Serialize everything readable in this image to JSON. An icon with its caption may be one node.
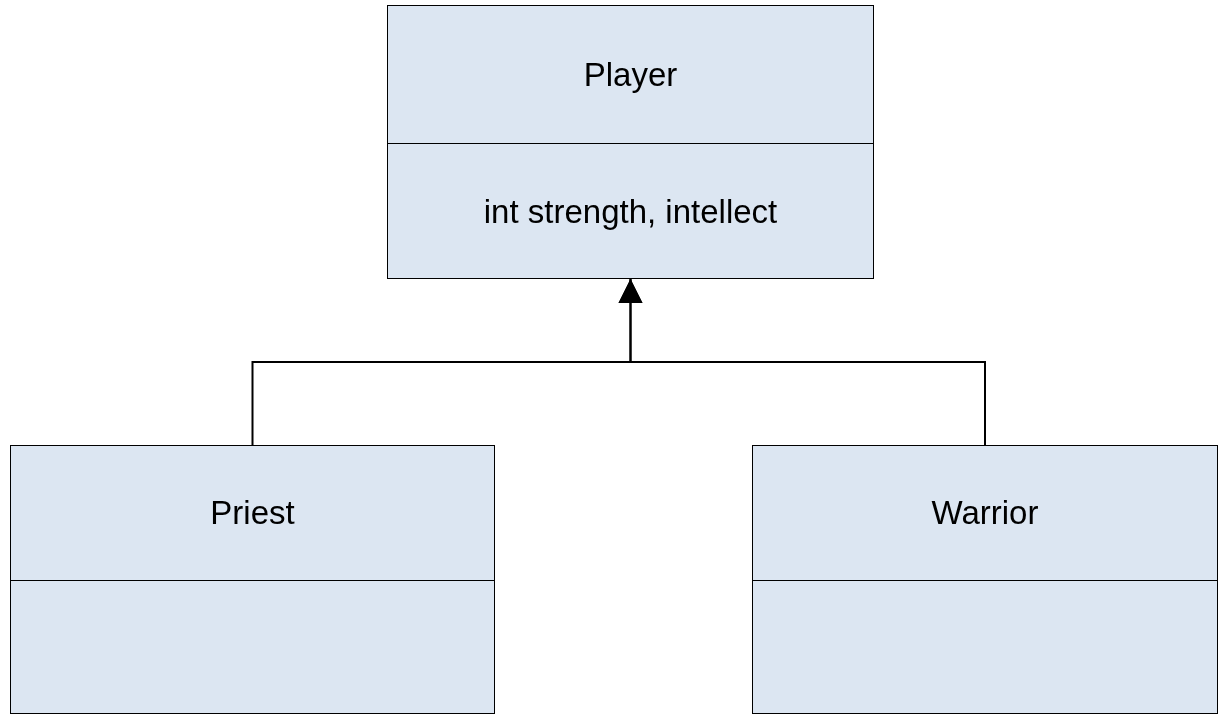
{
  "diagram": {
    "nodes": [
      {
        "text": [
          "Player",
          "int strength, intellect"
        ]
      },
      {
        "text": [
          "Priest"
        ]
      },
      {
        "text": [
          "Warrior"
        ]
      }
    ],
    "edges": [
      {
        "from": 1,
        "to": 0,
        "arrow": "to"
      },
      {
        "from": 2,
        "to": 0,
        "arrow": "to"
      }
    ]
  }
}
